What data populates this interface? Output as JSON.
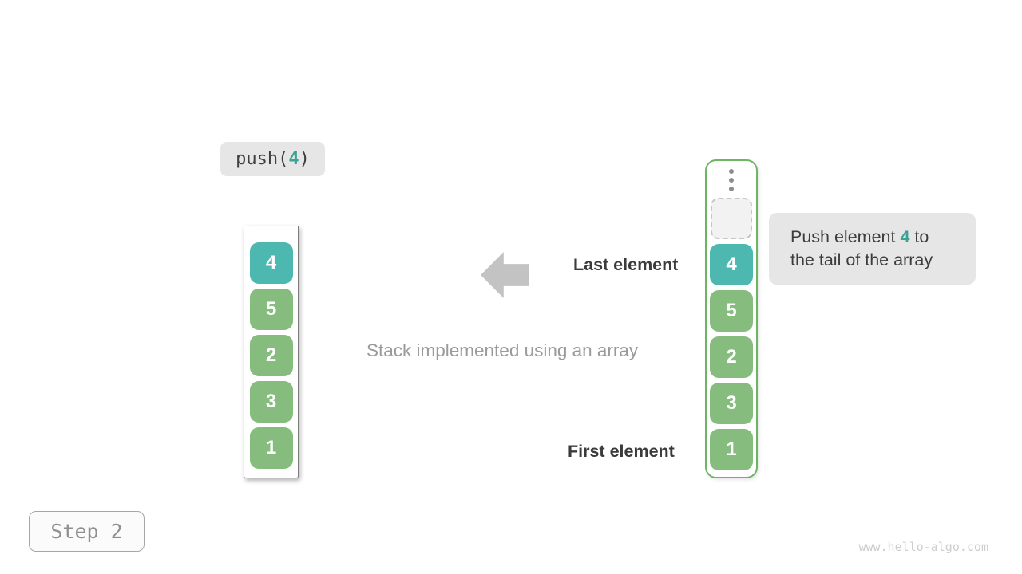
{
  "push_call": {
    "function": "push(",
    "argument": "4",
    "close": ")"
  },
  "left_stack": {
    "cells": [
      {
        "value": "4",
        "color": "teal"
      },
      {
        "value": "5",
        "color": "green"
      },
      {
        "value": "2",
        "color": "green"
      },
      {
        "value": "3",
        "color": "green"
      },
      {
        "value": "1",
        "color": "green"
      }
    ]
  },
  "right_stack": {
    "ellipsis_icon": "vertical-dots",
    "empty_slot": "dashed-placeholder",
    "cells": [
      {
        "value": "4",
        "color": "teal"
      },
      {
        "value": "5",
        "color": "green"
      },
      {
        "value": "2",
        "color": "green"
      },
      {
        "value": "3",
        "color": "green"
      },
      {
        "value": "1",
        "color": "green"
      }
    ]
  },
  "labels": {
    "last_element": "Last element",
    "first_element": "First element",
    "caption": "Stack implemented using an array"
  },
  "tooltip": {
    "line1_prefix": "Push element ",
    "highlight": "4",
    "line1_suffix": " to",
    "line2": "the tail of the array"
  },
  "step_badge": {
    "label": "Step 2"
  },
  "watermark": {
    "text": "www.hello-algo.com"
  },
  "colors": {
    "teal_cell": "#4cb8af",
    "green_cell": "#86bd7f",
    "container_border_green": "#6cb562",
    "badge_bg": "#e6e6e6",
    "accent_text_teal": "#3ba295",
    "arrow_gray": "#c3c3c3",
    "caption_gray": "#9a9a9a"
  }
}
